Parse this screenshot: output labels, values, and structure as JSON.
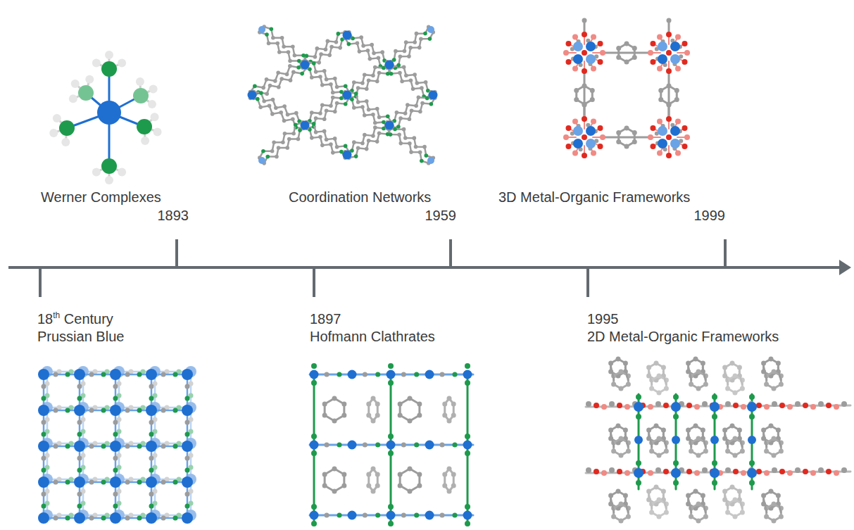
{
  "diagram": {
    "labels": [
      "Werner Complexes",
      "1893",
      "Coordination Networks",
      "1959",
      "3D Metal-Organic Frameworks",
      "1999",
      "18th Century",
      "Prussian Blue",
      "1897",
      "Hofmann Clathrates",
      "1995",
      "2D Metal-Organic Frameworks"
    ]
  }
}
